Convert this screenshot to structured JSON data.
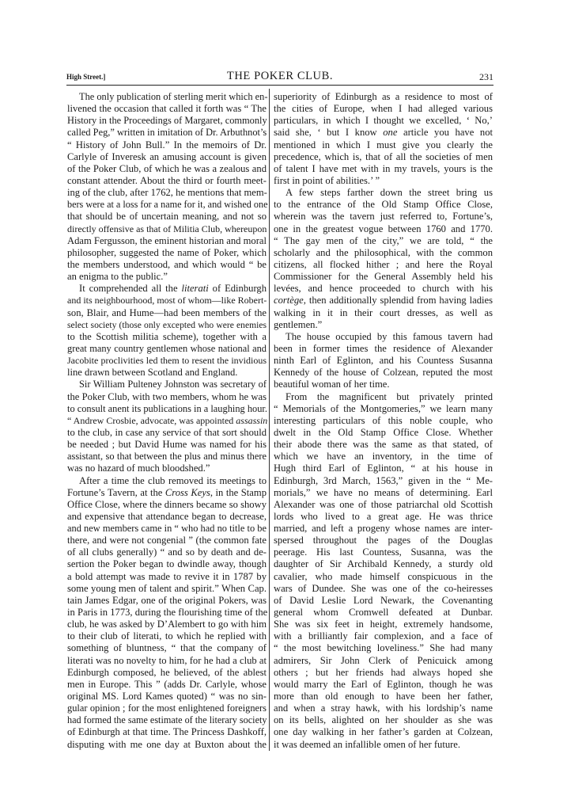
{
  "header": {
    "running_left": "High Street.]",
    "title": "THE POKER CLUB.",
    "page_number": "231"
  },
  "columns": {
    "left": [
      {
        "continues": false,
        "lines": [
          "The only publication of sterling merit which en-",
          "livened the occasion that called it forth was “ The",
          "History in the Proceedings of Margaret, commonly",
          "called Peg,” written in imitation of Dr. Arbuthnot’s",
          "“ History of John Bull.”  In the memoirs of Dr.",
          "Carlyle of Inveresk an amusing account is given",
          "of the Poker Club, of which he was a zealous and",
          "constant attender.  About the third or fourth meet-",
          "ing of the club, after 1762, he mentions that mem-",
          "bers were at a loss for a name for it, and wished one",
          "that should be of uncertain meaning, and not so",
          "directly offensive as that of Militia Club, whereupon",
          "Adam Fergusson, the eminent historian and moral",
          "philosopher, suggested the name of Poker, which",
          "the members understood, and which would “ be",
          "an enigma to the public.”"
        ]
      },
      {
        "continues": false,
        "lines": [
          [
            "It comprehended all the ",
            "literati",
            " of Edinburgh"
          ],
          "and its neighbourhood, most of whom—like Robert-",
          "son, Blair, and Hume—had been members of the",
          "select society (those only excepted who were enemies",
          "to the Scottish militia scheme), together with a",
          "great many country gentlemen whose national and",
          "Jacobite proclivities led them to resent the invidious",
          "line drawn between Scotland and England."
        ]
      },
      {
        "continues": false,
        "lines": [
          "Sir William Pulteney Johnston was secretary of",
          "the Poker Club, with two members, whom he was",
          "to consult anent its publications in a laughing hour.",
          [
            "“ Andrew Crosbie, advocate, was appointed ",
            "assassin",
            ""
          ],
          "to the club, in case any service of that sort should",
          "be needed ; but David Hume was named for his",
          "assistant, so that between the plus and minus there",
          "was no hazard of much bloodshed.”"
        ]
      },
      {
        "continues": true,
        "lines": [
          "After a time the club removed its meetings to",
          [
            "Fortune’s Tavern, at the ",
            "Cross Keys",
            ", in the Stamp"
          ],
          "Office Close, where the dinners became so showy",
          "and expensive that attendance began to decrease,",
          "and new members came in “ who had no title to be",
          "there, and were not congenial ” (the common fate",
          "of all clubs generally) “ and so by death and de-",
          "sertion the Poker began to dwindle away, though",
          "a bold attempt was made to revive it in 1787 by",
          "some young men of talent and spirit.”  When Cap.",
          "tain James Edgar, one of the original Pokers, was",
          "in Paris in 1773, during the flourishing time of the",
          "club, he was asked by D’Alembert to go with him",
          "to their club of literati, to which he replied with",
          "something of bluntness, “ that the company of",
          "literati was no novelty to him, for he had a club at",
          "Edinburgh composed, he believed, of the ablest",
          "men in Europe.  This ” (adds Dr. Carlyle, whose",
          "original MS. Lord Kames quoted) “ was no sin-",
          "gular opinion ; for the most enlightened foreigners",
          "had formed the same estimate of the literary society",
          "of Edinburgh at that time.  The Princess Dashkoff,",
          "disputing with me one day at Buxton about the"
        ]
      }
    ],
    "right": [
      {
        "continued": true,
        "lines": [
          "superiority of Edinburgh as a residence to most of",
          "the cities of Europe, when I had alleged various",
          "particulars, in which I thought we excelled, ‘ No,’",
          [
            "said she, ‘ but I know ",
            "one",
            " article you have not"
          ],
          "mentioned in which I must give you clearly the",
          "precedence, which is, that of all the societies of men",
          "of talent I have met with in my travels, yours is the",
          "first in point of abilities.’ ”"
        ]
      },
      {
        "continued": false,
        "lines": [
          "A few steps farther down the street bring us",
          "to the entrance of the Old Stamp Office Close,",
          "wherein was the tavern just referred to, Fortune’s,",
          "one in the greatest vogue between 1760 and 1770.",
          "“ The gay men of the city,” we are told, “ the",
          "scholarly and the philosophical, with the common",
          "citizens, all flocked hither ; and here the Royal",
          "Commissioner for the General Assembly held his",
          "levées, and hence proceeded to church with his",
          [
            "",
            "cortège",
            ", then additionally splendid from having ladies"
          ],
          "walking in it in their court dresses, as well as",
          "gentlemen.”"
        ]
      },
      {
        "continued": false,
        "lines": [
          "The house occupied by this famous tavern had",
          "been in former times the residence of Alexander",
          "ninth Earl of Eglinton, and his Countess Susanna",
          "Kennedy of the house of Colzean, reputed the most",
          "beautiful woman of her time."
        ]
      },
      {
        "continued": false,
        "lines": [
          "From the magnificent but privately printed",
          "“ Memorials of the Montgomeries,” we learn many",
          "interesting particulars of this noble couple, who",
          "dwelt in the Old Stamp Office Close.  Whether",
          "their abode there was the same as that stated, of",
          "which we have an inventory, in the time of",
          "Hugh third Earl of Eglinton, “ at his house in",
          "Edinburgh, 3rd March, 1563,” given in the “ Me-",
          "morials,” we have no means of determining.  Earl",
          "Alexander was one of those patriarchal old Scottish",
          "lords who lived to a great age.  He was thrice",
          "married, and left a progeny whose names are inter-",
          "spersed throughout the pages of the Douglas",
          "peerage.  His last Countess, Susanna, was the",
          "daughter of Sir Archibald Kennedy, a sturdy old",
          "cavalier, who made himself conspicuous in the",
          "wars of Dundee.  She was one of the co-heiresses",
          "of David Leslie Lord Newark, the Covenanting",
          "general whom Cromwell defeated at Dunbar.",
          "She was six feet in height, extremely handsome,",
          "with a brilliantly fair complexion, and a face of",
          "“ the most bewitching loveliness.”  She had many",
          "admirers, Sir John Clerk of Penicuick among",
          "others ; but her friends had always hoped she",
          "would marry the Earl of Eglinton, though he was",
          "more than old enough to have been her father,",
          "and when a stray hawk, with his lordship’s name",
          "on its bells, alighted on her shoulder as she was",
          "one day walking in her father’s garden at Colzean,",
          "it was deemed an infallible omen of her future."
        ]
      }
    ]
  }
}
